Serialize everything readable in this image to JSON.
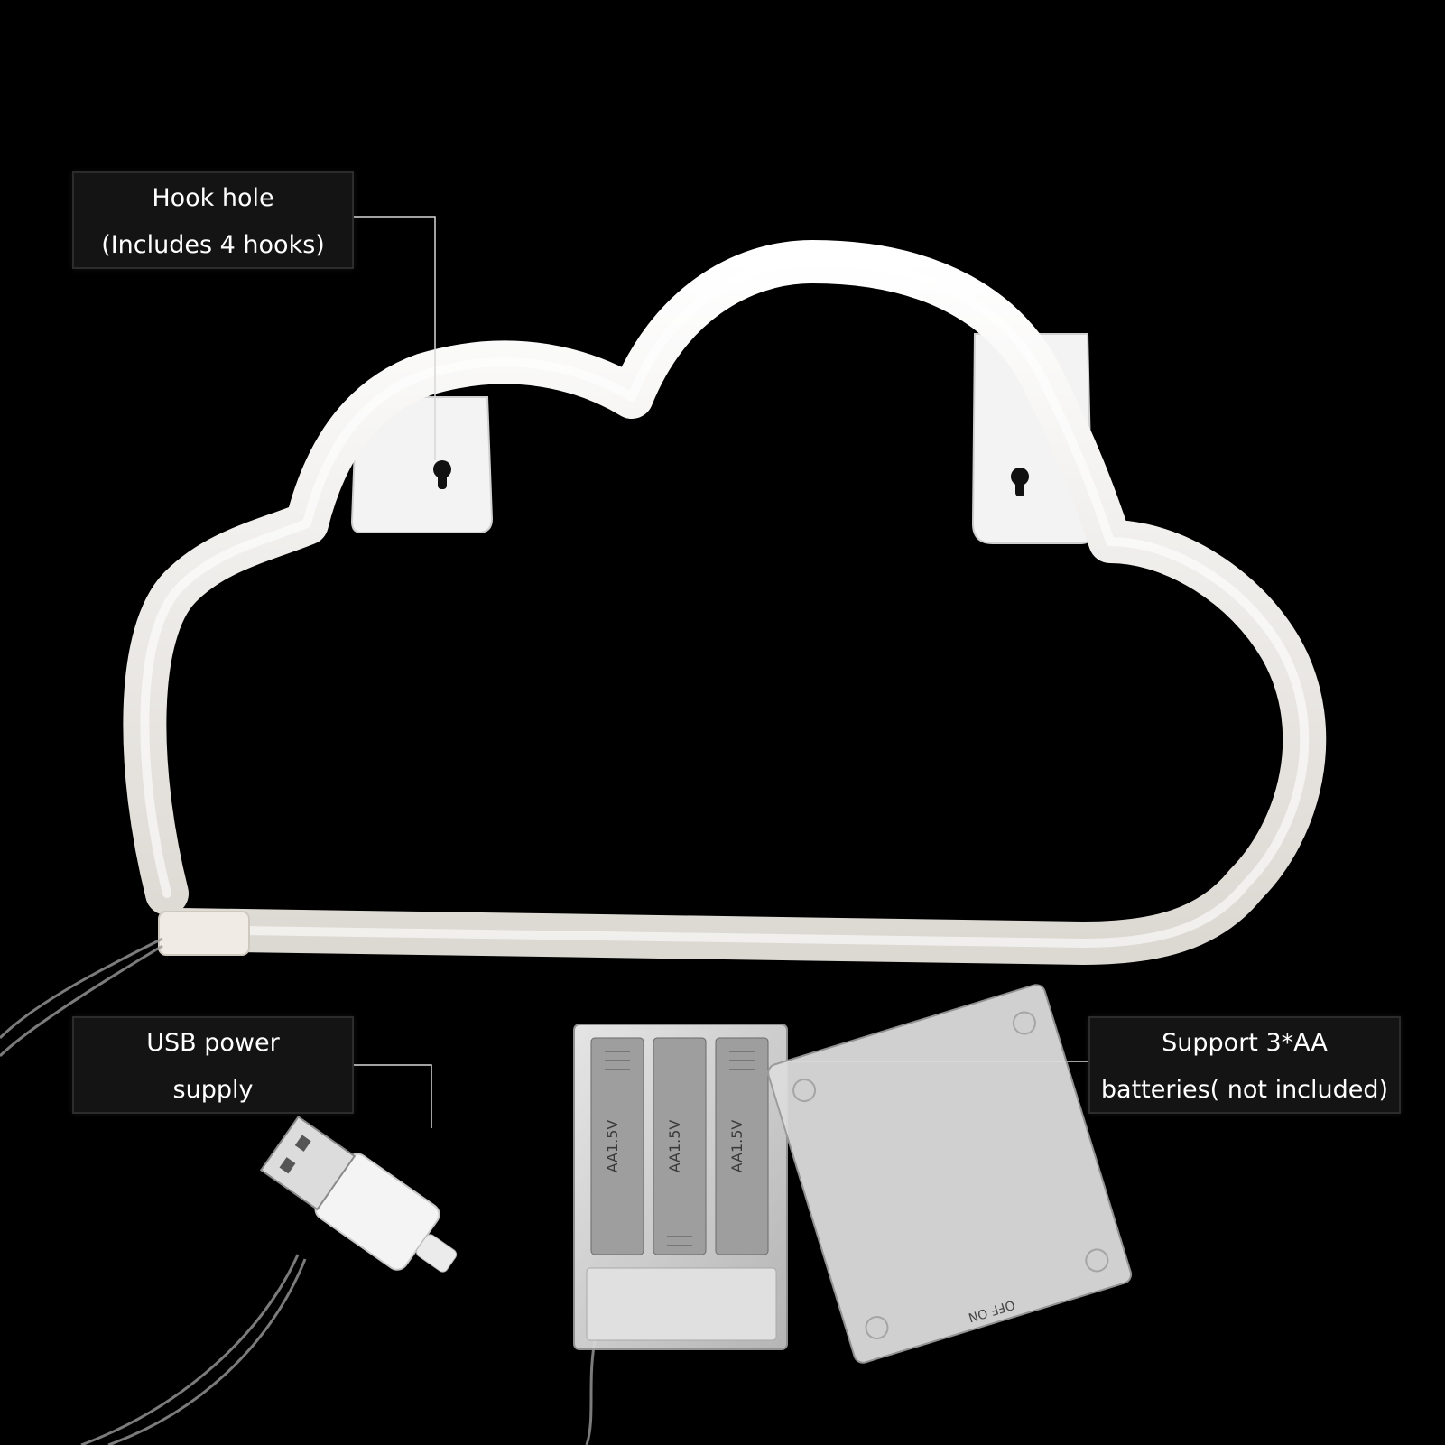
{
  "callouts": {
    "hook_hole": {
      "line1": "Hook hole",
      "line2": "(Includes 4 hooks)"
    },
    "usb_power": {
      "line1": "USB power",
      "line2": "supply"
    },
    "batteries": {
      "line1": "Support 3*AA",
      "line2": "batteries( not included)"
    }
  },
  "battery_box": {
    "cell_label": "AA1.5V",
    "switch_label": "OFF ON"
  },
  "colors": {
    "background": "#000000",
    "neon_tube": "#f4f2ee",
    "callout_fill": "#141414",
    "callout_text": "#ffffff"
  }
}
